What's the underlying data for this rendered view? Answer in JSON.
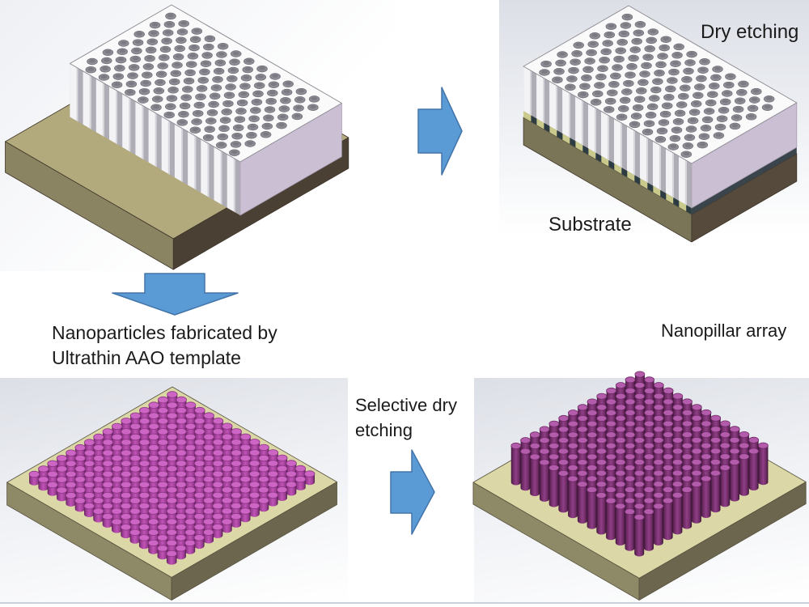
{
  "labels": {
    "dry_etching": "Dry etching",
    "substrate": "Substrate",
    "nanoparticles_line1": "Nanoparticles fabricated by",
    "nanoparticles_line2": "Ultrathin AAO template",
    "selective_line1": "Selective dry",
    "selective_line2": "etching",
    "nanopillar_array": "Nanopillar array"
  },
  "colors": {
    "arrow_fill": "#5b9bd5",
    "arrow_stroke": "#4374a9",
    "text": "#1b1b1b",
    "panel_gradient_top": "#dcdfe6",
    "panel_gradient_mid": "#eef0f4",
    "panel_gradient_bottom": "#ffffff",
    "bottom_divider": "#c9d1dc",
    "template": {
      "top": "#fafafb",
      "top_edge": "#8f8d95",
      "ridge": "#f3f2f5",
      "ridge_shade": "#d7d5db",
      "groove": "#aeacb5",
      "right_face": "#cabfd3",
      "right_face_edge": "#a89db3",
      "hole": "#8e8c94",
      "hole_edge": "#6f6d75",
      "hole_inner": "#7b7981"
    },
    "substrate_offset": {
      "top": "#b2aa7c",
      "left": "#8a8463",
      "right": "#4b4034",
      "edge": "#3e3429"
    },
    "substrate_etched": {
      "top": "#b2aa7c",
      "left": "#7a7557",
      "right": "#554a3c",
      "edge": "#3e3429"
    },
    "etch_layer": {
      "base": "#c9ca8c",
      "tooth": "#2d3c43",
      "right": "#39454b"
    },
    "platform": {
      "top": "#dbd7a6",
      "left": "#8e8966",
      "right": "#6c664f",
      "edge": "#57523f"
    },
    "particle": {
      "top": "#cd65c5",
      "top_edge": "#8a3382",
      "body_dark": "#5f2158",
      "body_mid": "#c054b6",
      "body_light": "#9a3c92",
      "body_edge": "#4e1b48"
    },
    "pillar": {
      "top": "#b35cab",
      "top_edge": "#6f2a67",
      "body_dark": "#3f173a",
      "body_mid": "#8f3f86",
      "body_light": "#6d2a64",
      "body_edge": "#35132f"
    }
  }
}
